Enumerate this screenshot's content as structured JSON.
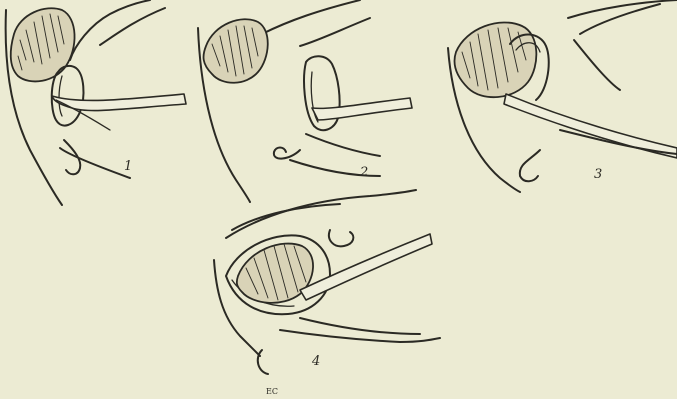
{
  "figure_numbers": [
    "1",
    "2",
    "3",
    "4"
  ],
  "signature": "EC",
  "colors": {
    "paper": "#ecebd3",
    "ink": "#2b2a24",
    "gland_fill": "#d9d3b7",
    "tube_fill": "#efeedb"
  }
}
